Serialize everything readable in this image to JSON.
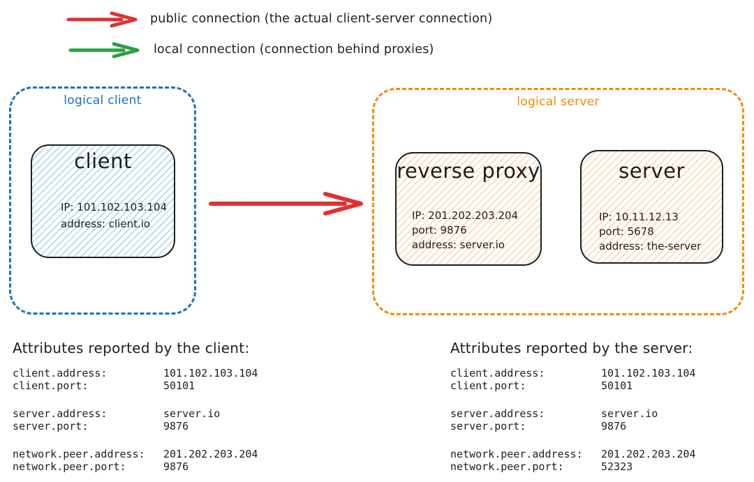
{
  "colors": {
    "ink": "#1e1e1e",
    "public_arrow": "#e03131",
    "local_arrow": "#2f9e44",
    "logical_client_border": "#1971c2",
    "logical_server_border": "#f08c00",
    "client_node_hatch": "#a5d8ff",
    "server_node_hatch": "#ffd8a8"
  },
  "legend": {
    "public": {
      "label": "public connection (the actual client-server connection)"
    },
    "local": {
      "label": "local connection (connection behind proxies)"
    }
  },
  "diagram": {
    "logical_client": {
      "label": "logical client",
      "client_node": {
        "title": "client",
        "lines": [
          "IP: 101.102.103.104",
          "address: client.io"
        ]
      }
    },
    "logical_server": {
      "label": "logical server",
      "reverse_proxy_node": {
        "title": "reverse proxy",
        "lines": [
          "IP: 201.202.203.204",
          "port: 9876",
          "address: server.io"
        ]
      },
      "server_node": {
        "title": "server",
        "lines": [
          "IP: 10.11.12.13",
          "port: 5678",
          "address: the-server"
        ]
      }
    }
  },
  "client_attributes": {
    "heading": "Attributes reported by the client:",
    "rows": [
      {
        "key": "client.address:",
        "value": "101.102.103.104"
      },
      {
        "key": "client.port:",
        "value": "50101"
      },
      {
        "key": "server.address:",
        "value": "server.io"
      },
      {
        "key": "server.port:",
        "value": "9876"
      },
      {
        "key": "network.peer.address:",
        "value": "201.202.203.204"
      },
      {
        "key": "network.peer.port:",
        "value": "9876"
      }
    ]
  },
  "server_attributes": {
    "heading": "Attributes reported by the server:",
    "rows": [
      {
        "key": "client.address:",
        "value": "101.102.103.104"
      },
      {
        "key": "client.port:",
        "value": "50101"
      },
      {
        "key": "server.address:",
        "value": "server.io"
      },
      {
        "key": "server.port:",
        "value": "9876"
      },
      {
        "key": "network.peer.address:",
        "value": "201.202.203.204"
      },
      {
        "key": "network.peer.port:",
        "value": "52323"
      }
    ]
  }
}
